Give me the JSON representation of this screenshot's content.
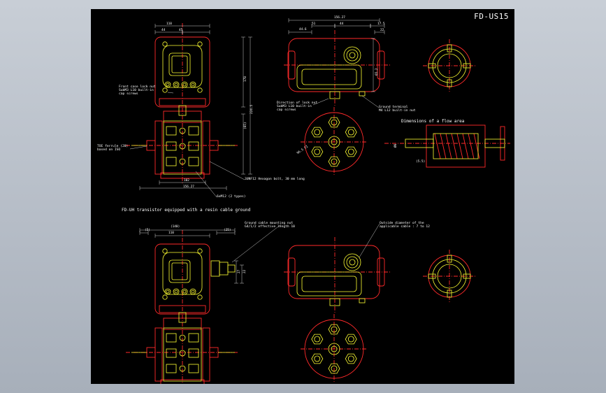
{
  "sheet": {
    "title": "FD-US15",
    "colors": {
      "background": "#000000",
      "outline": "#ff2a2a",
      "component": "#ffff33",
      "dimension": "#ffffff",
      "centerline": "#ff2a2a",
      "viewport_bg": "#b9c0ca"
    }
  },
  "labels": {
    "front_case_lock": "Front case lock nut\nSubM3 L10 built-in\ncap screws",
    "ptfe_ferrule": "TOE ferrule (20)\nbased on ISO",
    "hexagon_bolt": "3UNF12 Hexagon bolt, 30 mm long",
    "nuts": "6xM12 (2 types)",
    "body_lock": "Direction of lock nut\nSubM3 L10 built-in\ncap screws",
    "ground_terminal": "Ground terminal\nM4 L12 built-in nut",
    "flow_area_title": "Dimensions of a flow area",
    "transistor_title": "FD-UH transistor equipped with a resin cable ground",
    "cable_ground": "Ground cable mounting nut\nG4/1/2 effective length 10",
    "cable_dia": "Outside diameter of the\napplicable cable : 7 to 12"
  },
  "dimensions": {
    "top_front_width": "110",
    "top_front_left": "44",
    "top_front_right": "45",
    "top_front_height": "178",
    "top_front_total": "224.5",
    "top_front_bottom_a": "102",
    "top_front_bottom_b": "156.27",
    "top_front_mid": "(65)",
    "side_total": "156.27",
    "side_a": "44.6",
    "side_b": "51",
    "side_c": "44",
    "side_d": "17.5",
    "side_e": "22",
    "side_h": "65.2",
    "bottom_pcd": "96.5 CI",
    "flow_phi": "Ø6",
    "flow_len": "(5.5)",
    "bot_front_width": "(140)",
    "bot_front_left": "(5)",
    "bot_front_mid": "110",
    "bot_front_right": "(25)",
    "bot_front_h1": "27",
    "bot_front_h2": "22"
  }
}
